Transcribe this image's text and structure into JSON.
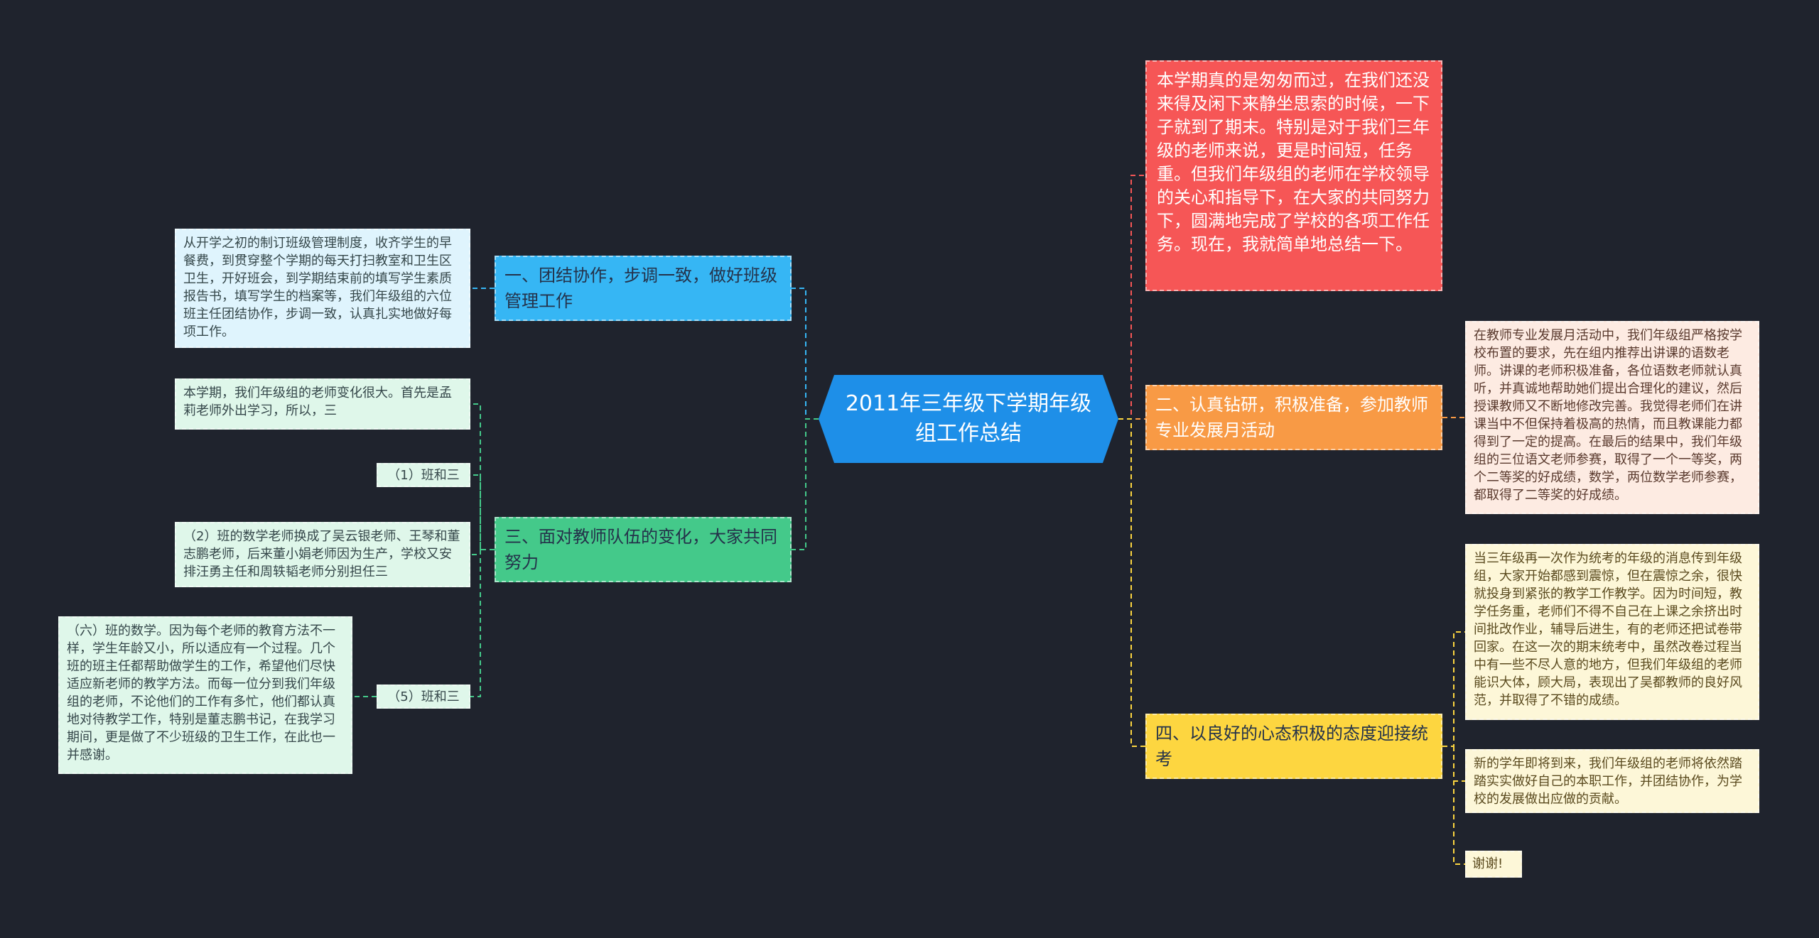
{
  "center": {
    "title": "2011年三年级下学期年级组工作总结"
  },
  "branches": {
    "b1": "一、团结协作，步调一致，做好班级管理工作",
    "b2": "二、认真钻研，积极准备，参加教师专业发展月活动",
    "b3": "三、面对教师队伍的变化，大家共同努力",
    "b4": "四、以良好的心态积极的态度迎接统考"
  },
  "intro": "本学期真的是匆匆而过，在我们还没来得及闲下来静坐思索的时候，一下子就到了期末。特别是对于我们三年级的老师来说，更是时间短，任务重。但我们年级组的老师在学校领导的关心和指导下，在大家的共同努力下，圆满地完成了学校的各项工作任务。现在，我就简单地总结一下。",
  "leaves": {
    "l1": "从开学之初的制订班级管理制度，收齐学生的早餐费，到贯穿整个学期的每天打扫教室和卫生区卫生，开好班会，到学期结束前的填写学生素质报告书，填写学生的档案等，我们年级组的六位班主任团结协作，步调一致，认真扎实地做好每项工作。",
    "l2": "本学期，我们年级组的老师变化很大。首先是孟莉老师外出学习，所以，三",
    "l3": "（1）班和三",
    "l4": "（2）班的数学老师换成了吴云银老师、王琴和董志鹏老师，后来董小娟老师因为生产，学校又安排汪勇主任和周轶韬老师分别担任三",
    "l5": "（六）班的数学。因为每个老师的教育方法不一样，学生年龄又小，所以适应有一个过程。几个班的班主任都帮助做学生的工作，希望他们尽快适应新老师的教学方法。而每一位分到我们年级组的老师，不论他们的工作有多忙，他们都认真地对待教学工作，特别是董志鹏书记，在我学习期间，更是做了不少班级的卫生工作，在此也一并感谢。",
    "l6": "（5）班和三",
    "r1": "在教师专业发展月活动中，我们年级组严格按学校布置的要求，先在组内推荐出讲课的语数老师。讲课的老师积极准备，各位语数老师就认真听，并真诚地帮助她们提出合理化的建议，然后授课教师又不断地修改完善。我觉得老师们在讲课当中不但保持着极高的热情，而且教课能力都得到了一定的提高。在最后的结果中，我们年级组的三位语文老师参赛，取得了一个一等奖，两个二等奖的好成绩，数学，两位数学老师参赛，都取得了二等奖的好成绩。",
    "r2": "当三年级再一次作为统考的年级的消息传到年级组，大家开始都感到震惊，但在震惊之余，很快就投身到紧张的教学工作教学。因为时间短，教学任务重，老师们不得不自己在上课之余挤出时间批改作业，辅导后进生，有的老师还把试卷带回家。在这一次的期末统考中，虽然改卷过程当中有一些不尽人意的地方，但我们年级组的老师能识大体，顾大局，表现出了吴都教师的良好风范，并取得了不错的成绩。",
    "r3": "新的学年即将到来，我们年级组的老师将依然踏踏实实做好自己的本职工作，并团结协作，为学校的发展做出应做的贡献。",
    "r4": "谢谢!"
  },
  "colors": {
    "background": "#1f232d",
    "center": "#1e8fe8",
    "branch1": "#36b6f4",
    "branch2": "#f89a45",
    "branch3": "#44c98a",
    "branch4": "#fdd640",
    "intro": "#f65656"
  }
}
